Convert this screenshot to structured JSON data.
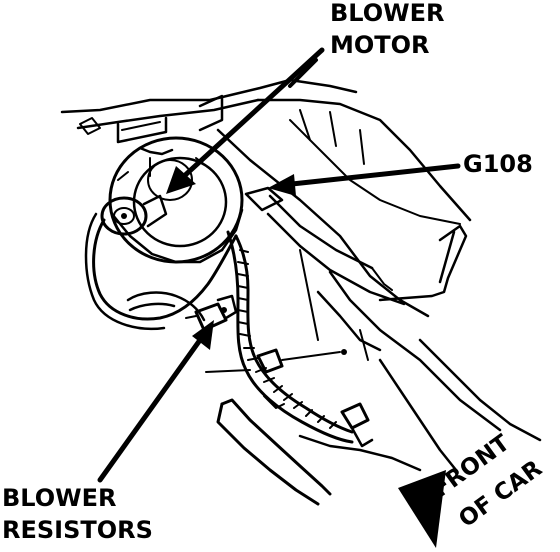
{
  "labels": {
    "blower_motor_line1": "BLOWER",
    "blower_motor_line2": "MOTOR",
    "ground": "G108",
    "blower_resistors_line1": "BLOWER",
    "blower_resistors_line2": "RESISTORS",
    "front_line1": "FRONT",
    "front_line2": "OF CAR"
  }
}
